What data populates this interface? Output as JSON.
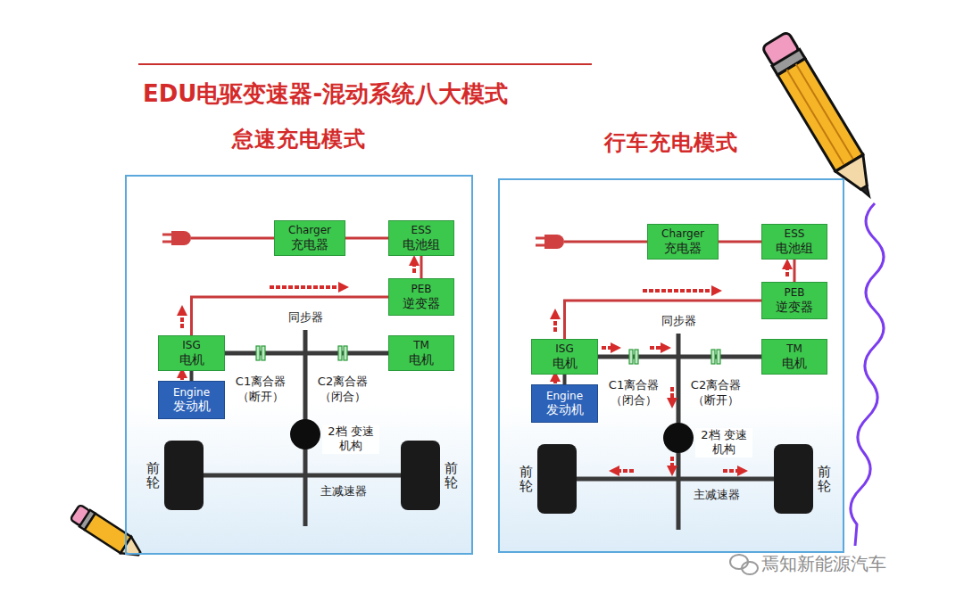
{
  "diagram": {
    "title": "EDU电驱变速器-混动系统八大模式",
    "nodes": [
      {
        "text": [
          "怠速充电模式"
        ]
      },
      {
        "text": [
          "Charger",
          "充电器"
        ],
        "in": 0
      },
      {
        "text": [
          "ESS",
          "电池组"
        ],
        "in": 0
      },
      {
        "text": [
          "PEB",
          "逆变器"
        ],
        "in": 0
      },
      {
        "text": [
          "ISG",
          "电机"
        ],
        "in": 0
      },
      {
        "text": [
          "TM",
          "电机"
        ],
        "in": 0
      },
      {
        "text": [
          "Engine",
          "发动机"
        ],
        "in": 0
      },
      {
        "text": [
          "2档 变速机构"
        ],
        "in": 0
      },
      {
        "text": [
          "前轮"
        ],
        "in": 0
      },
      {
        "text": [
          "前轮"
        ],
        "in": 0
      },
      {
        "text": [
          "行车充电模式"
        ]
      },
      {
        "text": [
          "Charger",
          "充电器"
        ],
        "in": 10
      },
      {
        "text": [
          "ESS",
          "电池组"
        ],
        "in": 10
      },
      {
        "text": [
          "PEB",
          "逆变器"
        ],
        "in": 10
      },
      {
        "text": [
          "ISG",
          "电机"
        ],
        "in": 10
      },
      {
        "text": [
          "TM",
          "电机"
        ],
        "in": 10
      },
      {
        "text": [
          "Engine",
          "发动机"
        ],
        "in": 10
      },
      {
        "text": [
          "2档 变速机构"
        ],
        "in": 10
      },
      {
        "text": [
          "前轮"
        ],
        "in": 10
      },
      {
        "text": [
          "前轮"
        ],
        "in": 10
      }
    ],
    "edges": [
      {
        "from": 1,
        "to": 2,
        "arrow": "none"
      },
      {
        "from": 2,
        "to": 3,
        "arrow": "none"
      },
      {
        "from": 3,
        "to": 4,
        "arrow": "none"
      },
      {
        "from": 6,
        "to": 4,
        "arrow": "none"
      },
      {
        "from": 4,
        "to": 5,
        "arrow": "none"
      },
      {
        "from": 8,
        "to": 9,
        "arrow": "none"
      },
      {
        "from": 11,
        "to": 12,
        "arrow": "none"
      },
      {
        "from": 12,
        "to": 13,
        "arrow": "none"
      },
      {
        "from": 13,
        "to": 14,
        "arrow": "none"
      },
      {
        "from": 16,
        "to": 14,
        "arrow": "none"
      },
      {
        "from": 14,
        "to": 15,
        "arrow": "none"
      },
      {
        "from": 18,
        "to": 19,
        "arrow": "none"
      }
    ],
    "labels": [
      "同步器",
      "C1离合器 （断开）",
      "C2离合器 （闭合）",
      "主减速器",
      "同步器",
      "C1离合器 （闭合）",
      "C2离合器 （断开）",
      "主减速器",
      "焉知新能源汽车"
    ]
  }
}
